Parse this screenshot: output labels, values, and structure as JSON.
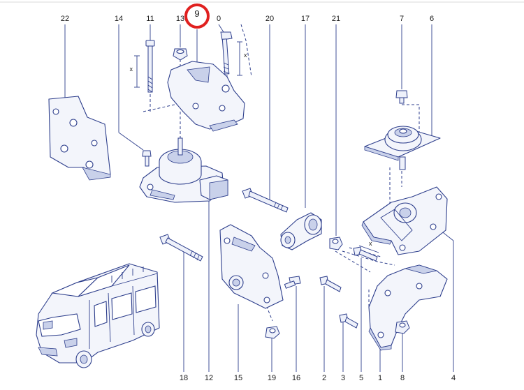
{
  "callouts": {
    "c22": "22",
    "c14": "14",
    "c11": "11",
    "c13": "13",
    "c9": "9",
    "c10": "0",
    "c20": "20",
    "c17": "17",
    "c21": "21",
    "c7": "7",
    "c6": "6",
    "c18": "18",
    "c12": "12",
    "c15": "15",
    "c19": "19",
    "c16": "16",
    "c2": "2",
    "c3": "3",
    "c5": "5",
    "c1": "1",
    "c8": "8",
    "c4": "4"
  },
  "dimension_marks": {
    "x_left": "x",
    "x_right": "x",
    "x_bolt5": "x"
  },
  "highlight": {
    "target": "9",
    "color": "#e0201f"
  },
  "colors": {
    "line": "#2d3e8c",
    "fill": "#f3f5fb",
    "shade": "#c9d1ea"
  }
}
